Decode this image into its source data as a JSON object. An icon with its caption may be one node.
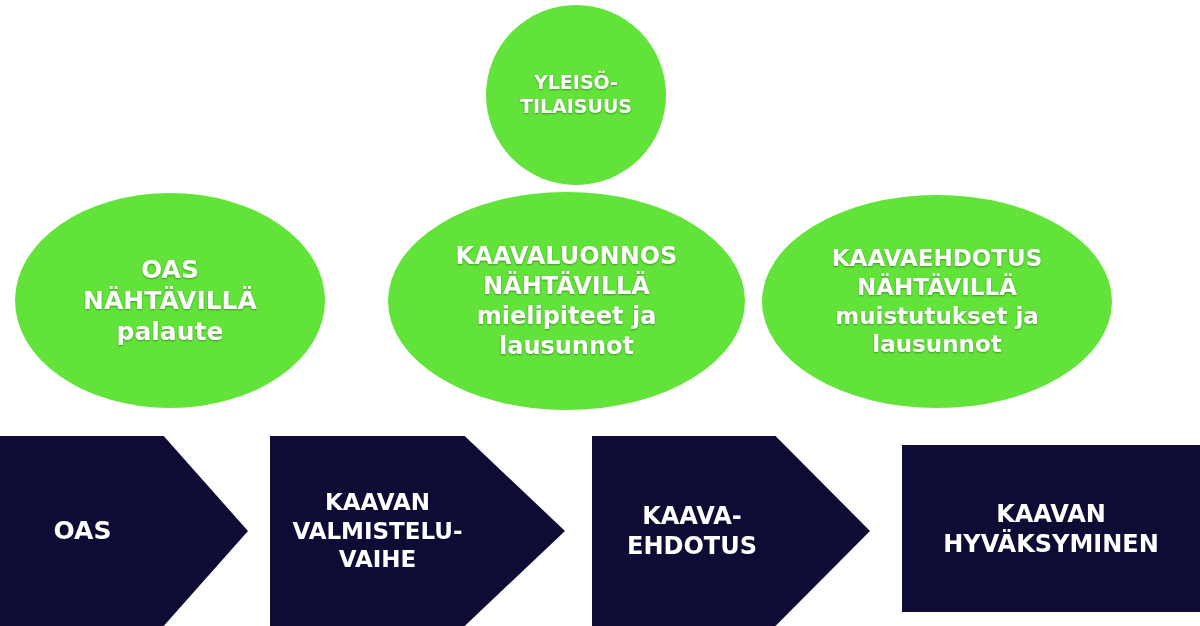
{
  "diagram": {
    "nodes": [
      {
        "text": [
          "YLEISÖ- TILAISUUS"
        ]
      },
      {
        "text": [
          "OAS NÄHTÄVILLÄ",
          "palaute"
        ]
      },
      {
        "text": [
          "KAAVALUONNOS NÄHTÄVILLÄ",
          "mielipiteet ja lausunnot"
        ]
      },
      {
        "text": [
          "KAAVAEHDOTUS NÄHTÄVILLÄ",
          "muistutukset ja lausunnot"
        ]
      },
      {
        "text": [
          "OAS"
        ]
      },
      {
        "text": [
          "KAAVAN VALMISTELU- VAIHE"
        ]
      },
      {
        "text": [
          "KAAVA- EHDOTUS"
        ]
      },
      {
        "text": [
          "KAAVAN HYVÄKSYMINEN"
        ]
      }
    ],
    "edges": []
  }
}
